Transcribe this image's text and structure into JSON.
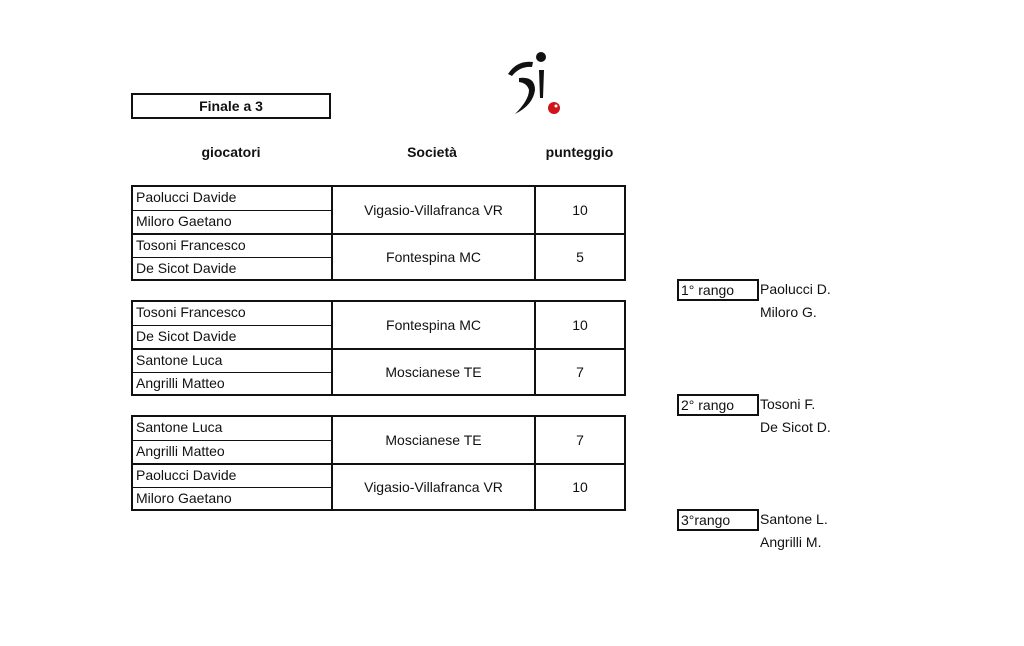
{
  "title": "Finale a 3",
  "headers": {
    "players": "giocatori",
    "club": "Società",
    "score": "punteggio"
  },
  "matches": [
    {
      "teams": [
        {
          "players": [
            "Paolucci Davide",
            "Miloro Gaetano"
          ],
          "club": "Vigasio-Villafranca VR",
          "score": "10"
        },
        {
          "players": [
            "Tosoni Francesco",
            "De Sicot Davide"
          ],
          "club": "Fontespina MC",
          "score": "5"
        }
      ]
    },
    {
      "teams": [
        {
          "players": [
            "Tosoni Francesco",
            "De Sicot Davide"
          ],
          "club": "Fontespina MC",
          "score": "10"
        },
        {
          "players": [
            "Santone Luca",
            "Angrilli Matteo"
          ],
          "club": "Moscianese TE",
          "score": "7"
        }
      ]
    },
    {
      "teams": [
        {
          "players": [
            "Santone Luca",
            "Angrilli Matteo"
          ],
          "club": "Moscianese TE",
          "score": "7"
        },
        {
          "players": [
            "Paolucci Davide",
            "Miloro Gaetano"
          ],
          "club": "Vigasio-Villafranca VR",
          "score": "10"
        }
      ]
    }
  ],
  "rankings": [
    {
      "label": "1° rango",
      "names": [
        "Paolucci D.",
        "Miloro G."
      ]
    },
    {
      "label": "2° rango",
      "names": [
        "Tosoni F.",
        "De Sicot D."
      ]
    },
    {
      "label": "3°rango",
      "names": [
        "Santone L.",
        "Angrilli M."
      ]
    }
  ],
  "logo_accent": "#d0141c"
}
